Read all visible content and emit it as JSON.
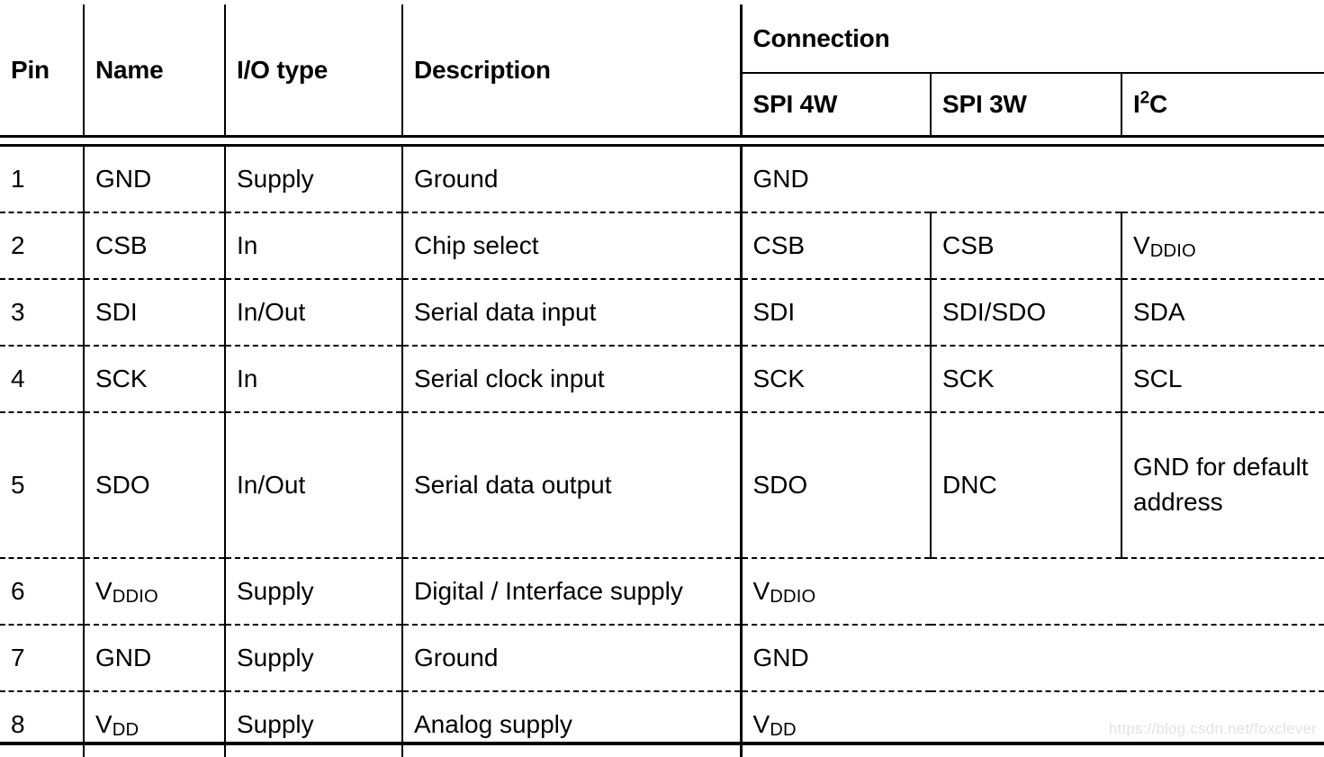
{
  "table": {
    "columns": {
      "pin": "Pin",
      "name": "Name",
      "io_type": "I/O type",
      "description": "Description",
      "connection_group": "Connection",
      "spi_4w": "SPI 4W",
      "spi_3w": "SPI 3W",
      "i2c_prefix": "I",
      "i2c_super": "2",
      "i2c_suffix": "C"
    },
    "rows": [
      {
        "pin": "1",
        "name": "GND",
        "io_type": "Supply",
        "description": "Ground",
        "connection_span": 3,
        "spi_4w": "GND",
        "spi_3w": "",
        "i2c": ""
      },
      {
        "pin": "2",
        "name": "CSB",
        "io_type": "In",
        "description": "Chip select",
        "connection_span": 1,
        "spi_4w": "CSB",
        "spi_3w": "CSB",
        "i2c_base": "V",
        "i2c_sub": "DDIO",
        "i2c": "VDDIO"
      },
      {
        "pin": "3",
        "name": "SDI",
        "io_type": "In/Out",
        "description": "Serial data input",
        "connection_span": 1,
        "spi_4w": "SDI",
        "spi_3w": "SDI/SDO",
        "i2c": "SDA"
      },
      {
        "pin": "4",
        "name": "SCK",
        "io_type": "In",
        "description": "Serial clock input",
        "connection_span": 1,
        "spi_4w": "SCK",
        "spi_3w": "SCK",
        "i2c": "SCL"
      },
      {
        "pin": "5",
        "name": "SDO",
        "io_type": "In/Out",
        "description": "Serial data output",
        "connection_span": 1,
        "spi_4w": "SDO",
        "spi_3w": "DNC",
        "i2c": "GND for default address"
      },
      {
        "pin": "6",
        "name_base": "V",
        "name_sub": "DDIO",
        "name": "VDDIO",
        "io_type": "Supply",
        "description": "Digital / Interface supply",
        "connection_span": 3,
        "spi_4w_base": "V",
        "spi_4w_sub": "DDIO",
        "spi_4w": "VDDIO",
        "spi_3w": "",
        "i2c": ""
      },
      {
        "pin": "7",
        "name": "GND",
        "io_type": "Supply",
        "description": "Ground",
        "connection_span": 3,
        "spi_4w": "GND",
        "spi_3w": "",
        "i2c": ""
      },
      {
        "pin": "8",
        "name_base": "V",
        "name_sub": "DD",
        "name": "VDD",
        "io_type": "Supply",
        "description": "Analog supply",
        "connection_span": 3,
        "spi_4w_base": "V",
        "spi_4w_sub": "DD",
        "spi_4w": "VDD",
        "spi_3w": "",
        "i2c": ""
      }
    ]
  },
  "watermark": {
    "text": "https://blog.csdn.net/foxclever",
    "color": "#e2e2e2"
  },
  "style": {
    "ink": "#000000",
    "paper": "#ffffff"
  }
}
